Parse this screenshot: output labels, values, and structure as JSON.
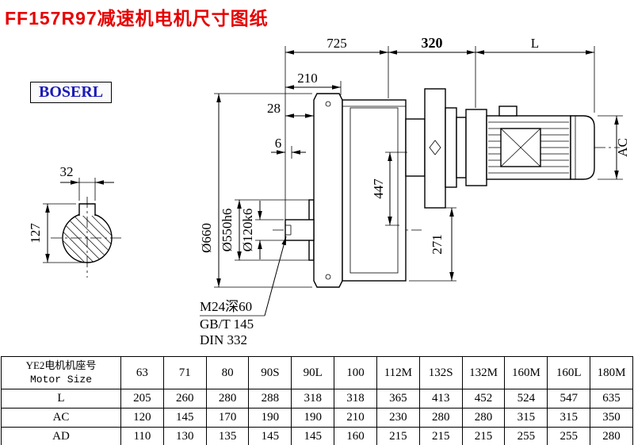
{
  "page": {
    "title": "FF157R97减速机电机尺寸图纸",
    "logo": "BOSERL"
  },
  "colors": {
    "title": "#e60000",
    "logo": "#1a1ab8"
  },
  "drawing": {
    "dims": {
      "d725": "725",
      "d320": "320",
      "dL": "L",
      "d210": "210",
      "d28": "28",
      "d6": "6",
      "d32": "32",
      "d127": "127",
      "dia660": "Ø660",
      "dia550": "Ø550h6",
      "dia120": "Ø120k6",
      "d447": "447",
      "d271": "271",
      "dAC": "AC",
      "thread1": "M24深60",
      "thread2": "GB/T 145",
      "thread3": "DIN 332"
    }
  },
  "table": {
    "header_col": {
      "line1": "YE2电机机座号",
      "line2": "Motor Size"
    },
    "columns": [
      "63",
      "71",
      "80",
      "90S",
      "90L",
      "100",
      "112M",
      "132S",
      "132M",
      "160M",
      "160L",
      "180M"
    ],
    "rows": [
      {
        "label": "L",
        "values": [
          "205",
          "260",
          "280",
          "288",
          "318",
          "318",
          "365",
          "413",
          "452",
          "524",
          "547",
          "635"
        ]
      },
      {
        "label": "AC",
        "values": [
          "120",
          "145",
          "170",
          "190",
          "190",
          "210",
          "230",
          "280",
          "280",
          "315",
          "315",
          "350"
        ]
      },
      {
        "label": "AD",
        "values": [
          "110",
          "130",
          "135",
          "145",
          "145",
          "160",
          "215",
          "215",
          "215",
          "255",
          "255",
          "280"
        ]
      }
    ]
  }
}
